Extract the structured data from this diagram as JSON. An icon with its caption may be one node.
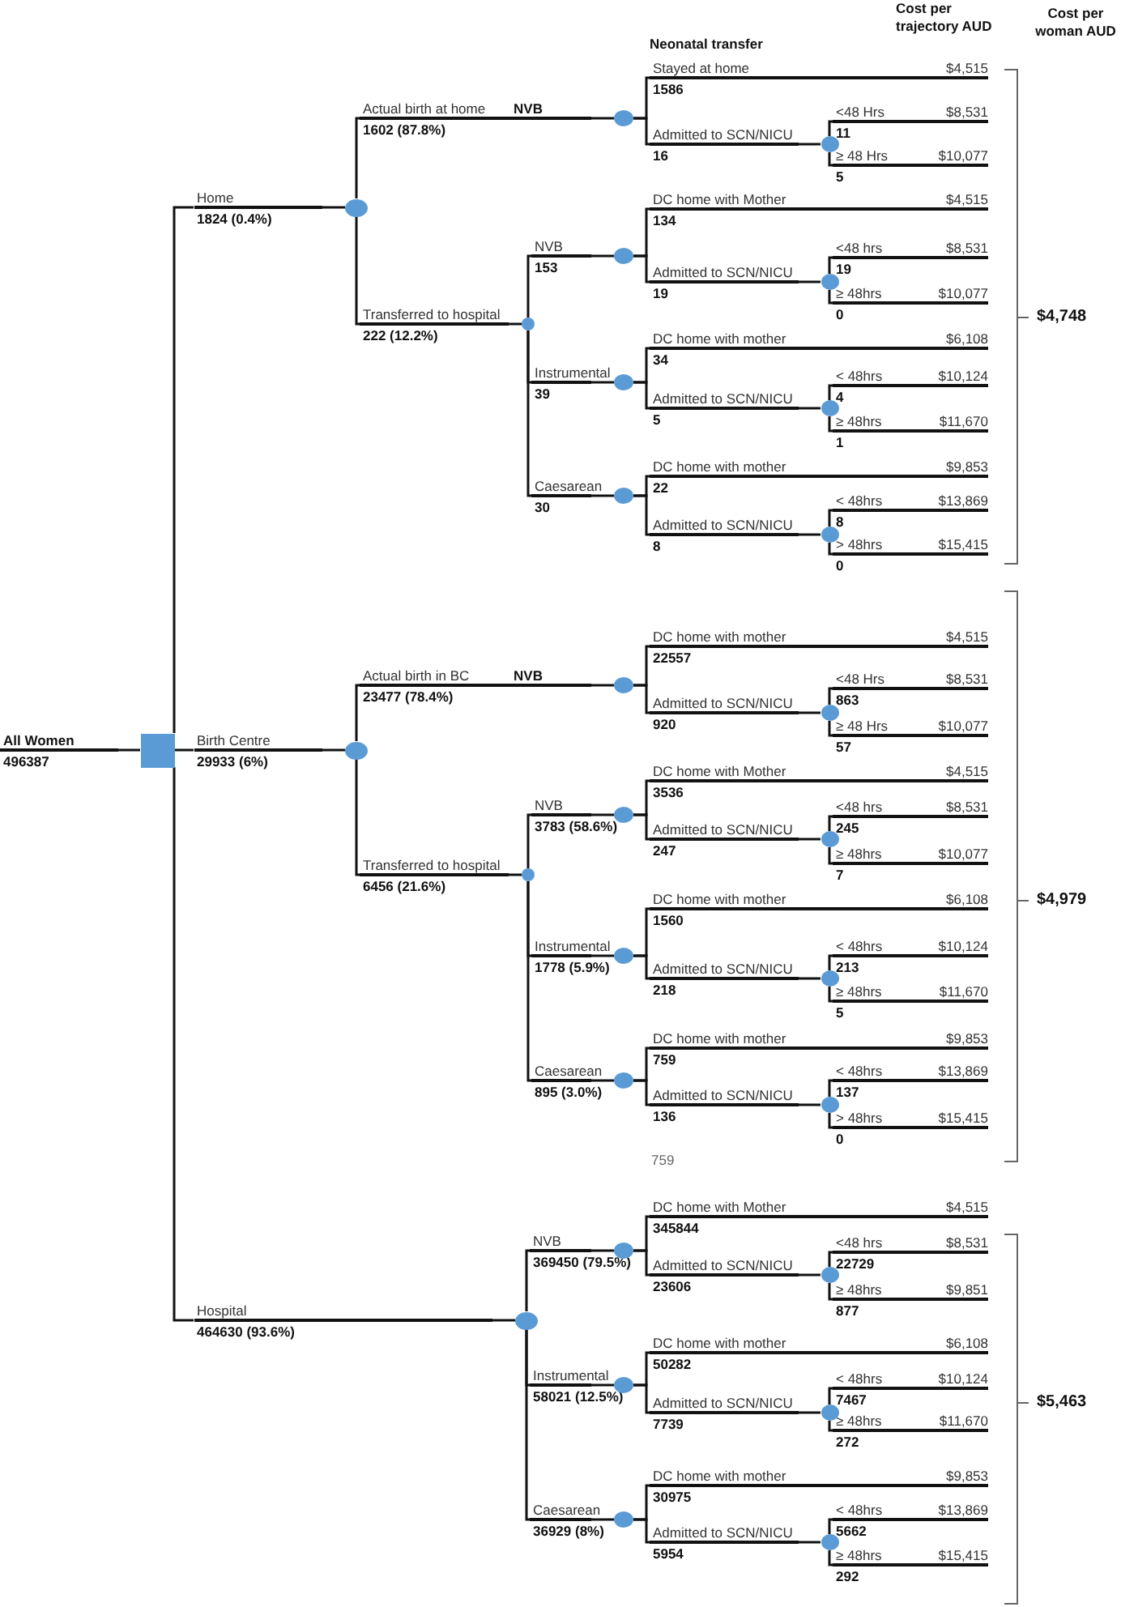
{
  "diagram": {
    "nodes": [
      {
        "text": [
          "All Women",
          "496387"
        ]
      },
      {
        "text": [],
        "shape": "box"
      },
      {
        "text": [
          "Home",
          "1824 (0.4%)"
        ]
      },
      {
        "text": [],
        "shape": "circle"
      },
      {
        "text": [
          "Actual birth at home",
          "1602 (87.8%)",
          "NVB"
        ]
      },
      {
        "text": [],
        "shape": "circle"
      },
      {
        "text": [
          "Stayed at home",
          "1586",
          "$4,515"
        ]
      },
      {
        "text": [
          "Admitted to SCN/NICU",
          "16"
        ]
      },
      {
        "text": [],
        "shape": "circle"
      },
      {
        "text": [
          "<48 Hrs",
          "11",
          "$8,531"
        ]
      },
      {
        "text": [
          "≥ 48 Hrs",
          "5",
          "$10,077"
        ]
      },
      {
        "text": [
          "Transferred to hospital",
          "222 (12.2%)"
        ]
      },
      {
        "text": [],
        "shape": "circle"
      },
      {
        "text": [
          "NVB",
          "153"
        ]
      },
      {
        "text": [],
        "shape": "circle"
      },
      {
        "text": [
          "DC home with Mother",
          "134",
          "$4,515"
        ]
      },
      {
        "text": [
          "Admitted to SCN/NICU",
          "19"
        ]
      },
      {
        "text": [],
        "shape": "circle"
      },
      {
        "text": [
          "<48 hrs",
          "19",
          "$8,531"
        ]
      },
      {
        "text": [
          "≥ 48hrs",
          "0",
          "$10,077"
        ]
      },
      {
        "text": [
          "Instrumental",
          "39"
        ]
      },
      {
        "text": [],
        "shape": "circle"
      },
      {
        "text": [
          "DC home with mother",
          "34",
          "$6,108"
        ]
      },
      {
        "text": [
          "Admitted to SCN/NICU",
          "5"
        ]
      },
      {
        "text": [],
        "shape": "circle"
      },
      {
        "text": [
          "< 48hrs",
          "4",
          "$10,124"
        ]
      },
      {
        "text": [
          "≥ 48hrs",
          "1",
          "$11,670"
        ]
      },
      {
        "text": [
          "Caesarean",
          "30"
        ]
      },
      {
        "text": [],
        "shape": "circle"
      },
      {
        "text": [
          "DC home with mother",
          "22",
          "$9,853"
        ]
      },
      {
        "text": [
          "Admitted to SCN/NICU",
          "8"
        ]
      },
      {
        "text": [],
        "shape": "circle"
      },
      {
        "text": [
          "< 48hrs",
          "8",
          "$13,869"
        ]
      },
      {
        "text": [
          "> 48hrs",
          "0",
          "$15,415"
        ]
      },
      {
        "text": [
          "Birth Centre",
          "29933 (6%)"
        ]
      },
      {
        "text": [],
        "shape": "circle"
      },
      {
        "text": [
          "Actual birth in BC",
          "23477 (78.4%)",
          "NVB"
        ]
      },
      {
        "text": [],
        "shape": "circle"
      },
      {
        "text": [
          "DC home with mother",
          "22557",
          "$4,515"
        ]
      },
      {
        "text": [
          "Admitted to SCN/NICU",
          "920"
        ]
      },
      {
        "text": [],
        "shape": "circle"
      },
      {
        "text": [
          "<48 Hrs",
          "863",
          "$8,531"
        ]
      },
      {
        "text": [
          "≥ 48 Hrs",
          "57",
          "$10,077"
        ]
      },
      {
        "text": [
          "Transferred to hospital",
          "6456 (21.6%)"
        ]
      },
      {
        "text": [],
        "shape": "circle"
      },
      {
        "text": [
          "NVB",
          "3783 (58.6%)"
        ]
      },
      {
        "text": [],
        "shape": "circle"
      },
      {
        "text": [
          "DC home with Mother",
          "3536",
          "$4,515"
        ]
      },
      {
        "text": [
          "Admitted to SCN/NICU",
          "247"
        ]
      },
      {
        "text": [],
        "shape": "circle"
      },
      {
        "text": [
          "<48 hrs",
          "245",
          "$8,531"
        ]
      },
      {
        "text": [
          "≥ 48hrs",
          "7",
          "$10,077"
        ]
      },
      {
        "text": [
          "Instrumental",
          "1778 (5.9%)"
        ]
      },
      {
        "text": [],
        "shape": "circle"
      },
      {
        "text": [
          "DC home with mother",
          "1560",
          "$6,108"
        ]
      },
      {
        "text": [
          "Admitted to SCN/NICU",
          "218"
        ]
      },
      {
        "text": [],
        "shape": "circle"
      },
      {
        "text": [
          "< 48hrs",
          "213",
          "$10,124"
        ]
      },
      {
        "text": [
          "≥ 48hrs",
          "5",
          "$11,670"
        ]
      },
      {
        "text": [
          "Caesarean",
          "895 (3.0%)"
        ]
      },
      {
        "text": [],
        "shape": "circle"
      },
      {
        "text": [
          "DC home with mother",
          "759",
          "$9,853"
        ]
      },
      {
        "text": [
          "Admitted to SCN/NICU",
          "136"
        ]
      },
      {
        "text": [],
        "shape": "circle"
      },
      {
        "text": [
          "< 48hrs",
          "137",
          "$13,869"
        ]
      },
      {
        "text": [
          "> 48hrs",
          "0",
          "$15,415"
        ]
      },
      {
        "text": [
          "Hospital",
          "464630 (93.6%)"
        ]
      },
      {
        "text": [],
        "shape": "circle"
      },
      {
        "text": [
          "NVB",
          "369450 (79.5%)"
        ]
      },
      {
        "text": [],
        "shape": "circle"
      },
      {
        "text": [
          "DC home with Mother",
          "345844",
          "$4,515"
        ]
      },
      {
        "text": [
          "Admitted to SCN/NICU",
          "23606"
        ]
      },
      {
        "text": [],
        "shape": "circle"
      },
      {
        "text": [
          "<48 hrs",
          "22729",
          "$8,531"
        ]
      },
      {
        "text": [
          "≥ 48hrs",
          "877",
          "$9,851"
        ]
      },
      {
        "text": [
          "Instrumental",
          "58021 (12.5%)"
        ]
      },
      {
        "text": [],
        "shape": "circle"
      },
      {
        "text": [
          "DC home with mother",
          "50282",
          "$6,108"
        ]
      },
      {
        "text": [
          "Admitted to SCN/NICU",
          "7739"
        ]
      },
      {
        "text": [],
        "shape": "circle"
      },
      {
        "text": [
          "< 48hrs",
          "7467",
          "$10,124"
        ]
      },
      {
        "text": [
          "≥ 48hrs",
          "272",
          "$11,670"
        ]
      },
      {
        "text": [
          "Caesarean",
          "36929 (8%)"
        ]
      },
      {
        "text": [],
        "shape": "circle"
      },
      {
        "text": [
          "DC home with mother",
          "30975",
          "$9,853"
        ]
      },
      {
        "text": [
          "Admitted to SCN/NICU",
          "5954"
        ]
      },
      {
        "text": [],
        "shape": "circle"
      },
      {
        "text": [
          "< 48hrs",
          "5662",
          "$13,869"
        ]
      },
      {
        "text": [
          "≥ 48hrs",
          "292",
          "$15,415"
        ]
      }
    ],
    "edges": [
      {
        "from": 0,
        "to": 1,
        "arrow": "none"
      },
      {
        "from": 1,
        "to": 2,
        "arrow": "none"
      },
      {
        "from": 2,
        "to": 3,
        "arrow": "none"
      },
      {
        "from": 3,
        "to": 4,
        "arrow": "none"
      },
      {
        "from": 4,
        "to": 5,
        "arrow": "none"
      },
      {
        "from": 5,
        "to": 6,
        "arrow": "none"
      },
      {
        "from": 5,
        "to": 7,
        "arrow": "none"
      },
      {
        "from": 7,
        "to": 8,
        "arrow": "none"
      },
      {
        "from": 8,
        "to": 9,
        "arrow": "none"
      },
      {
        "from": 8,
        "to": 10,
        "arrow": "none"
      },
      {
        "from": 3,
        "to": 11,
        "arrow": "none"
      },
      {
        "from": 11,
        "to": 12,
        "arrow": "none"
      },
      {
        "from": 12,
        "to": 13,
        "arrow": "none"
      },
      {
        "from": 13,
        "to": 14,
        "arrow": "none"
      },
      {
        "from": 14,
        "to": 15,
        "arrow": "none"
      },
      {
        "from": 14,
        "to": 16,
        "arrow": "none"
      },
      {
        "from": 16,
        "to": 17,
        "arrow": "none"
      },
      {
        "from": 17,
        "to": 18,
        "arrow": "none"
      },
      {
        "from": 17,
        "to": 19,
        "arrow": "none"
      },
      {
        "from": 12,
        "to": 20,
        "arrow": "none"
      },
      {
        "from": 20,
        "to": 21,
        "arrow": "none"
      },
      {
        "from": 21,
        "to": 22,
        "arrow": "none"
      },
      {
        "from": 21,
        "to": 23,
        "arrow": "none"
      },
      {
        "from": 23,
        "to": 24,
        "arrow": "none"
      },
      {
        "from": 24,
        "to": 25,
        "arrow": "none"
      },
      {
        "from": 24,
        "to": 26,
        "arrow": "none"
      },
      {
        "from": 12,
        "to": 27,
        "arrow": "none"
      },
      {
        "from": 27,
        "to": 28,
        "arrow": "none"
      },
      {
        "from": 28,
        "to": 29,
        "arrow": "none"
      },
      {
        "from": 28,
        "to": 30,
        "arrow": "none"
      },
      {
        "from": 30,
        "to": 31,
        "arrow": "none"
      },
      {
        "from": 31,
        "to": 32,
        "arrow": "none"
      },
      {
        "from": 31,
        "to": 33,
        "arrow": "none"
      },
      {
        "from": 1,
        "to": 34,
        "arrow": "none"
      },
      {
        "from": 34,
        "to": 35,
        "arrow": "none"
      },
      {
        "from": 35,
        "to": 36,
        "arrow": "none"
      },
      {
        "from": 36,
        "to": 37,
        "arrow": "none"
      },
      {
        "from": 37,
        "to": 38,
        "arrow": "none"
      },
      {
        "from": 37,
        "to": 39,
        "arrow": "none"
      },
      {
        "from": 39,
        "to": 40,
        "arrow": "none"
      },
      {
        "from": 40,
        "to": 41,
        "arrow": "none"
      },
      {
        "from": 40,
        "to": 42,
        "arrow": "none"
      },
      {
        "from": 35,
        "to": 43,
        "arrow": "none"
      },
      {
        "from": 43,
        "to": 44,
        "arrow": "none"
      },
      {
        "from": 44,
        "to": 45,
        "arrow": "none"
      },
      {
        "from": 45,
        "to": 46,
        "arrow": "none"
      },
      {
        "from": 46,
        "to": 47,
        "arrow": "none"
      },
      {
        "from": 46,
        "to": 48,
        "arrow": "none"
      },
      {
        "from": 48,
        "to": 49,
        "arrow": "none"
      },
      {
        "from": 49,
        "to": 50,
        "arrow": "none"
      },
      {
        "from": 49,
        "to": 51,
        "arrow": "none"
      },
      {
        "from": 44,
        "to": 52,
        "arrow": "none"
      },
      {
        "from": 52,
        "to": 53,
        "arrow": "none"
      },
      {
        "from": 53,
        "to": 54,
        "arrow": "none"
      },
      {
        "from": 53,
        "to": 55,
        "arrow": "none"
      },
      {
        "from": 55,
        "to": 56,
        "arrow": "none"
      },
      {
        "from": 56,
        "to": 57,
        "arrow": "none"
      },
      {
        "from": 56,
        "to": 58,
        "arrow": "none"
      },
      {
        "from": 44,
        "to": 59,
        "arrow": "none"
      },
      {
        "from": 59,
        "to": 60,
        "arrow": "none"
      },
      {
        "from": 60,
        "to": 61,
        "arrow": "none"
      },
      {
        "from": 60,
        "to": 62,
        "arrow": "none"
      },
      {
        "from": 62,
        "to": 63,
        "arrow": "none"
      },
      {
        "from": 63,
        "to": 64,
        "arrow": "none"
      },
      {
        "from": 63,
        "to": 65,
        "arrow": "none"
      },
      {
        "from": 1,
        "to": 66,
        "arrow": "none"
      },
      {
        "from": 66,
        "to": 67,
        "arrow": "none"
      },
      {
        "from": 67,
        "to": 68,
        "arrow": "none"
      },
      {
        "from": 68,
        "to": 69,
        "arrow": "none"
      },
      {
        "from": 69,
        "to": 70,
        "arrow": "none"
      },
      {
        "from": 69,
        "to": 71,
        "arrow": "none"
      },
      {
        "from": 71,
        "to": 72,
        "arrow": "none"
      },
      {
        "from": 72,
        "to": 73,
        "arrow": "none"
      },
      {
        "from": 72,
        "to": 74,
        "arrow": "none"
      },
      {
        "from": 67,
        "to": 75,
        "arrow": "none"
      },
      {
        "from": 75,
        "to": 76,
        "arrow": "none"
      },
      {
        "from": 76,
        "to": 77,
        "arrow": "none"
      },
      {
        "from": 76,
        "to": 78,
        "arrow": "none"
      },
      {
        "from": 78,
        "to": 79,
        "arrow": "none"
      },
      {
        "from": 79,
        "to": 80,
        "arrow": "none"
      },
      {
        "from": 79,
        "to": 81,
        "arrow": "none"
      },
      {
        "from": 67,
        "to": 82,
        "arrow": "none"
      },
      {
        "from": 82,
        "to": 83,
        "arrow": "none"
      },
      {
        "from": 83,
        "to": 84,
        "arrow": "none"
      },
      {
        "from": 83,
        "to": 85,
        "arrow": "none"
      },
      {
        "from": 85,
        "to": 86,
        "arrow": "none"
      },
      {
        "from": 86,
        "to": 87,
        "arrow": "none"
      },
      {
        "from": 86,
        "to": 88,
        "arrow": "none"
      }
    ],
    "labels": [
      "Cost per trajectory AUD",
      "Cost per woman AUD",
      "Neonatal transfer",
      "$4,748",
      "$4,979",
      "759",
      "$5,463"
    ]
  }
}
